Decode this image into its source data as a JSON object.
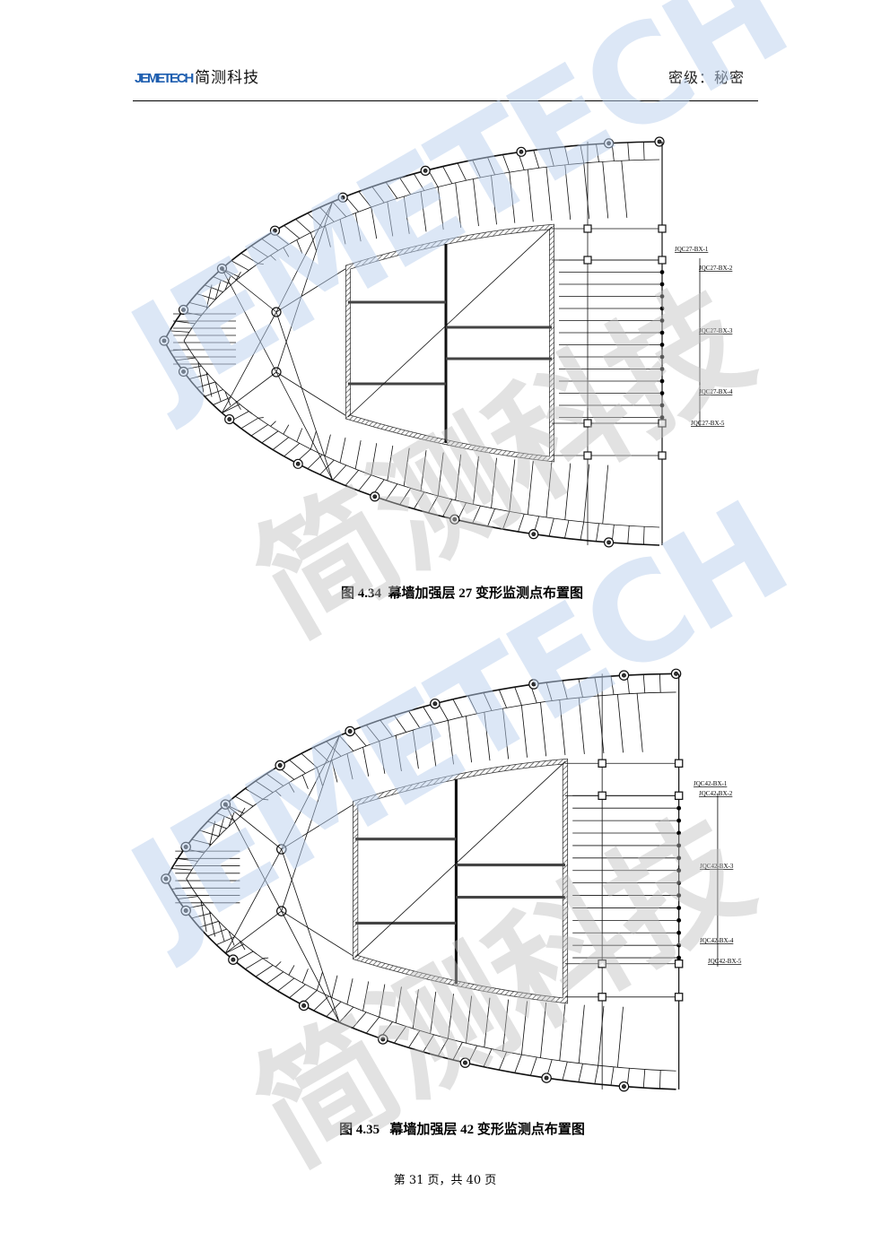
{
  "header": {
    "logo_en": "JEMETECH",
    "logo_cn": "简测科技",
    "classification": "密级：秘密"
  },
  "figures": [
    {
      "caption": "图 4.34  幕墙加强层 27 变形监测点布置图",
      "points": [
        "JQC27-BX-1",
        "JQC27-BX-2",
        "JQC27-BX-3",
        "JQC27-BX-4",
        "JQC27-BX-5"
      ]
    },
    {
      "caption": "图 4.35   幕墙加强层 42 变形监测点布置图",
      "points": [
        "JQC42-BX-1",
        "JQC42-BX-2",
        "JQC42-BX-3",
        "JQC42-BX-4",
        "JQC42-BX-5"
      ]
    }
  ],
  "footer": {
    "page_text": "第 31 页，共 40 页"
  },
  "watermark": {
    "en": "JEMETECH",
    "cn": "简测科技"
  },
  "colors": {
    "logo_blue": "#1f5fb0",
    "watermark_blue": "#c9d9ee",
    "watermark_orange": "#f7d2a8",
    "watermark_gray": "#d6d6d6"
  }
}
